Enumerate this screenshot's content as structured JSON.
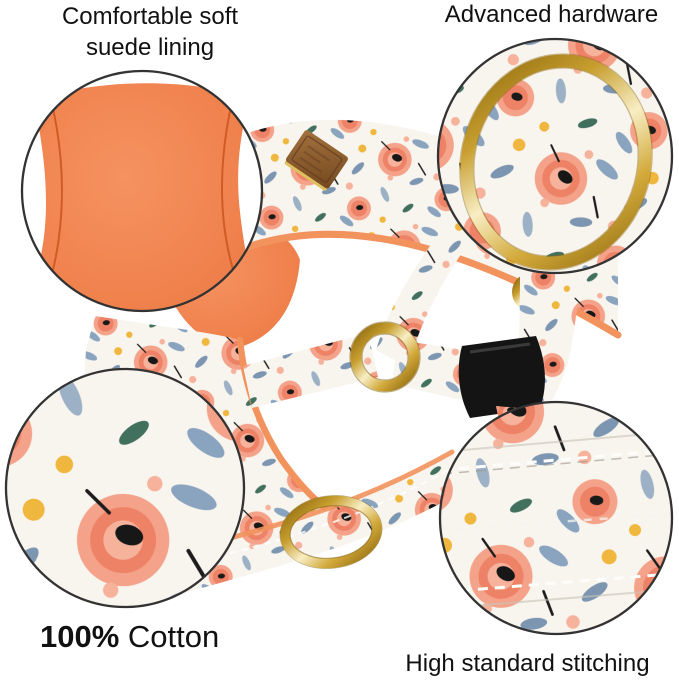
{
  "callouts": {
    "suede": {
      "line1": "Comfortable soft",
      "line2": "suede lining"
    },
    "hardware": {
      "label": "Advanced hardware"
    },
    "cotton": {
      "highlight": "100%",
      "rest": " Cotton"
    },
    "stitching": {
      "label": "High standard stitching"
    }
  },
  "colors": {
    "bg": "#ffffff",
    "text": "#111111",
    "outline": "#333333",
    "suede": "#f0824e",
    "piping": "#f2925c",
    "fabric": "#f8f4ee",
    "rose_outer": "#f4a289",
    "rose_mid": "#ee8266",
    "rose_core": "#f6b29b",
    "leaf": "#8aa4bf",
    "leaf_dark": "#7c96b2",
    "leaf_light": "#9db1c6",
    "leaf_green": "#41705f",
    "accent_yellow": "#f0b73e",
    "gold_light": "#f8eec4",
    "gold_mid": "#c79e2e",
    "gold_dark": "#8d680f",
    "leather": "#8a5a33",
    "hardware_black": "#141414"
  }
}
